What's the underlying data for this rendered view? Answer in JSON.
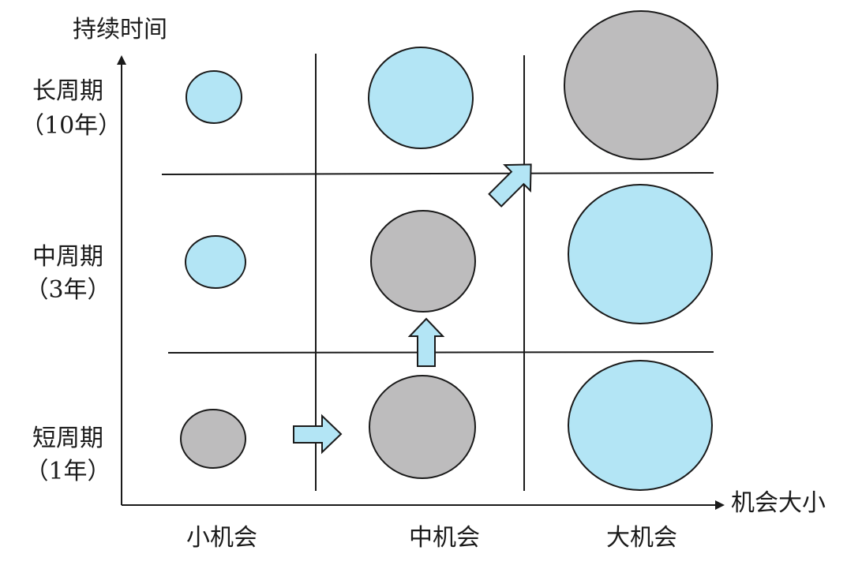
{
  "y_axis_title": "持续时间",
  "x_axis_title": "机会大小",
  "rows": [
    {
      "line1": "长周期",
      "line2": "（10年）"
    },
    {
      "line1": "中周期",
      "line2": "（3年）"
    },
    {
      "line1": "短周期",
      "line2": "（1年）"
    }
  ],
  "columns": [
    "小机会",
    "中机会",
    "大机会"
  ],
  "cells": [
    [
      "blue",
      "blue",
      "gray"
    ],
    [
      "blue",
      "gray",
      "blue"
    ],
    [
      "gray",
      "gray",
      "blue"
    ]
  ],
  "colors": {
    "blue": "#b3e5f5",
    "gray": "#bdbcbd",
    "stroke": "#1a1a1a"
  },
  "transitions": [
    {
      "from": "短周期/小机会",
      "to": "短周期/中机会",
      "direction": "right"
    },
    {
      "from": "短周期/中机会",
      "to": "中周期/中机会",
      "direction": "up"
    },
    {
      "from": "中周期/中机会",
      "to": "长周期/大机会",
      "direction": "up-right"
    }
  ]
}
